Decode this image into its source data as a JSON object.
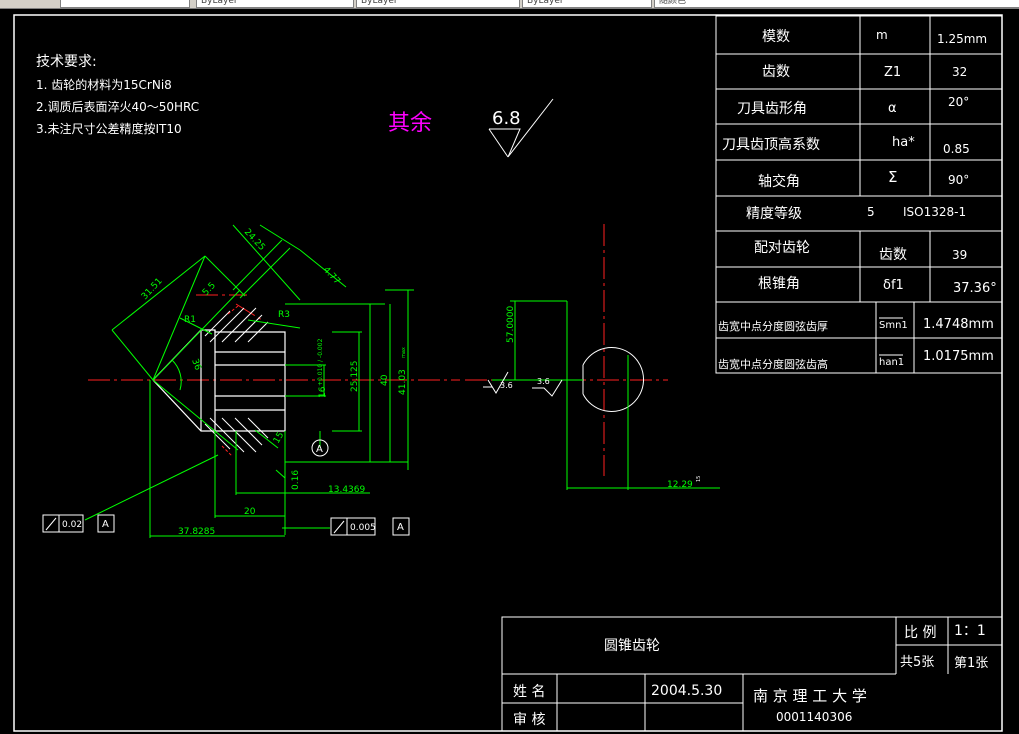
{
  "toolbar": {
    "layer_field": "",
    "color_field": "ByLayer",
    "linetype_field": "ByLayer",
    "lineweight_field": "ByLayer",
    "plotstyle_field": "随颜色"
  },
  "notes": {
    "heading": "技术要求:",
    "line1": "1. 齿轮的材料为15CrNi8",
    "line2": "2.调质后表面淬火40～50HRC",
    "line3": "3.未注尺寸公差精度按IT10"
  },
  "roughness": {
    "label": "其余",
    "value": "6.8"
  },
  "param_table": {
    "rows": [
      {
        "name": "模数",
        "sym": "m",
        "val": "1.25mm"
      },
      {
        "name": "齿数",
        "sym": "Z1",
        "val": "32"
      },
      {
        "name": "刀具齿形角",
        "sym": "α",
        "val": "20°"
      },
      {
        "name": "刀具齿顶高系数",
        "sym": "ha*",
        "val": "0.85"
      },
      {
        "name": "轴交角",
        "sym": "Σ",
        "val": "90°"
      },
      {
        "name": "精度等级",
        "sym": "5",
        "val": "ISO1328-1"
      },
      {
        "name": "配对齿轮",
        "sym": "齿数",
        "val": "39"
      },
      {
        "name": "根锥角",
        "sym": "δf1",
        "val": "37.36°"
      },
      {
        "name": "齿宽中点分度圆弦齿厚",
        "sym": "Smn1",
        "val": "1.4748mm"
      },
      {
        "name": "齿宽中点分度圆弦齿高",
        "sym": "han1",
        "val": "1.0175mm"
      }
    ]
  },
  "dims": {
    "d_3151": "31.51",
    "d_2425": "24.25",
    "d_477": "4.77",
    "d_55": "5.5",
    "d_R1": "R1",
    "d_R3": "R3",
    "d_36": "36",
    "d_16": "16",
    "d_tol": "+0.010 / -0.002",
    "d_25125": "25.125",
    "d_40": "40",
    "d_4103": "41.03",
    "d_max": "max",
    "d_134369": "13.4369",
    "d_20": "20",
    "d_378285": "37.8285",
    "d_15": "15",
    "d_016": "0.16",
    "d_57": "57.0000",
    "d_36a": "3.6",
    "d_36b": "3.6",
    "d_1229": "12.29",
    "d_15b": "15",
    "tol1_value": "0.02",
    "tol1_ref": "A",
    "tol2_value": "0.005",
    "tol2_ref": "A",
    "datum": "A"
  },
  "title_block": {
    "part_name": "圆锥齿轮",
    "scale_label": "比 例",
    "scale_value": "1：1",
    "sheets_total": "共5张",
    "sheet_no": "第1张",
    "name_label": "姓 名",
    "date": "2004.5.30",
    "review_label": "审 核",
    "school": "南 京 理 工 大 学",
    "student_id": "0001140306"
  },
  "colors": {
    "line": "#ffffff",
    "dim": "#00ff00",
    "center": "#ff2020",
    "accent": "#ff00ff"
  }
}
